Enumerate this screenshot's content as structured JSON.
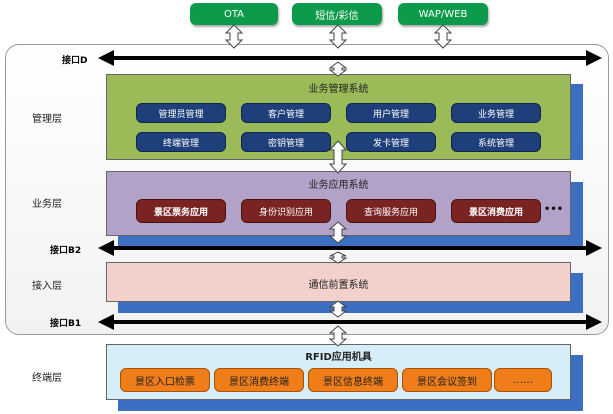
{
  "top_systems": [
    "OTA",
    "短信/彩信",
    "WAP/WEB"
  ],
  "interfaces": {
    "d": "接口D",
    "b2": "接口B2",
    "b1": "接口B1"
  },
  "layers": {
    "management": "管理层",
    "business": "业务层",
    "access": "接入层",
    "terminal": "终端层"
  },
  "management_system": {
    "title": "业务管理系统",
    "modules": [
      "管理员管理",
      "客户管理",
      "用户管理",
      "业务管理",
      "终端管理",
      "密钥管理",
      "发卡管理",
      "系统管理"
    ]
  },
  "business_system": {
    "title": "业务应用系统",
    "apps": [
      "景区票务应用",
      "身份识别应用",
      "查询服务应用",
      "景区消费应用"
    ],
    "more": "•••"
  },
  "access_system": {
    "title": "通信前置系统"
  },
  "terminal_system": {
    "title": "RFID应用机具",
    "devices": [
      "景区入口检票",
      "景区消费终端",
      "景区信息终端",
      "景区会议签到",
      "……"
    ]
  },
  "colors": {
    "green_pill": "#0d9a4a",
    "management_panel": "#9bbb59",
    "business_panel": "#b3a2c7",
    "access_panel": "#f2d0cc",
    "terminal_panel": "#d6eef7",
    "shadow": "#3c6fc2",
    "navy_button": "#1f3f7a",
    "red_button": "#7a2323",
    "orange_button": "#ee7d1a"
  }
}
